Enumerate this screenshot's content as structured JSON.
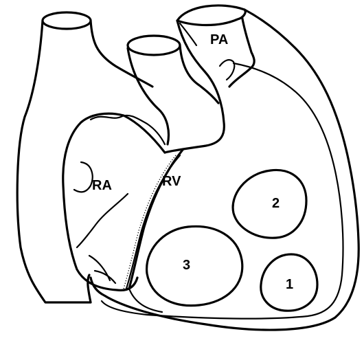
{
  "diagram": {
    "labels": {
      "pa": "PA",
      "ra": "RA",
      "rv": "RV",
      "n1": "1",
      "n2": "2",
      "n3": "3"
    }
  }
}
